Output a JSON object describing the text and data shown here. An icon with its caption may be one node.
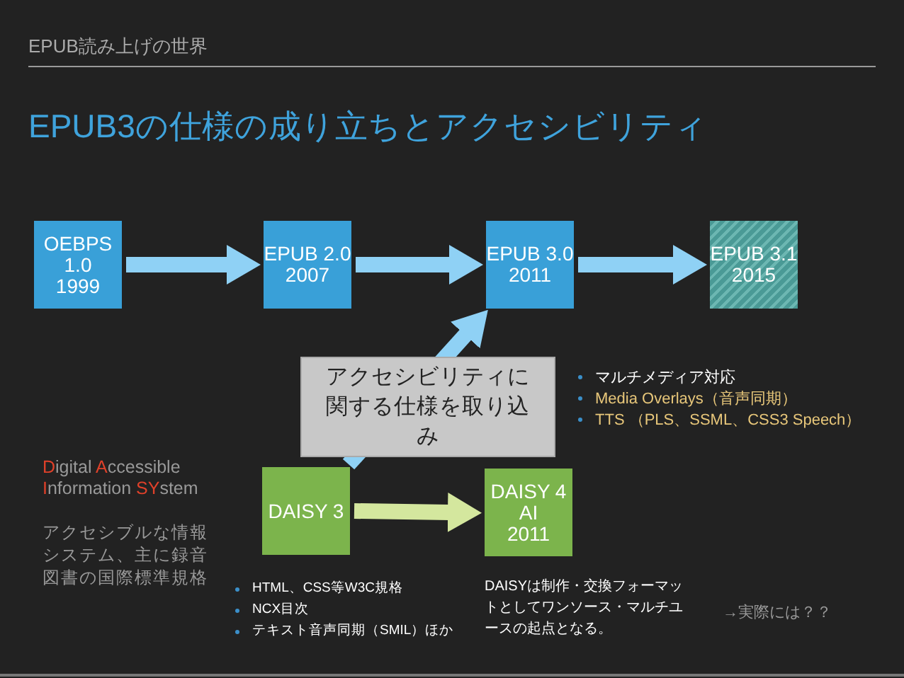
{
  "diagram": {
    "title": "EPUB3の仕様の成り立ちとアクセシビリティ",
    "nodes": [
      {
        "text": [
          "OEBPS 1.0",
          "1999"
        ]
      },
      {
        "text": [
          "EPUB 2.0",
          "2007"
        ]
      },
      {
        "text": [
          "EPUB 3.0",
          "2011"
        ]
      },
      {
        "text": [
          "EPUB 3.1",
          "2015"
        ]
      },
      {
        "text": [
          "DAISY 3"
        ]
      },
      {
        "text": [
          "DAISY 4 AI",
          "2011"
        ]
      }
    ],
    "edges": [
      {
        "from": 0,
        "to": 1,
        "arrow": "to"
      },
      {
        "from": 1,
        "to": 2,
        "arrow": "to"
      },
      {
        "from": 2,
        "to": 3,
        "arrow": "to"
      },
      {
        "from": 4,
        "to": 5,
        "arrow": "to",
        "color": "#d4e79e"
      },
      {
        "from": 4,
        "to": 2,
        "arrow": "to",
        "label": "アクセシビリティに関する仕様を取り込み"
      }
    ],
    "labels": [
      "EPUB読み上げの世界",
      "マルチメディア対応",
      "Media Overlays（音声同期）",
      "TTS （PLS、SSML、CSS3 Speech）",
      "**D**igital **A**ccessible **I**nformation **SY**stem",
      "アクセシブルな情報システム、主に録音図書の国際標準規格",
      "HTML、CSS等W3C規格",
      "NCX目次",
      "テキスト音声同期（SMIL）ほか",
      "DAISYは制作・交換フォーマットとしてワンソース・マルチユースの起点となる。",
      "→実際には？？"
    ]
  }
}
